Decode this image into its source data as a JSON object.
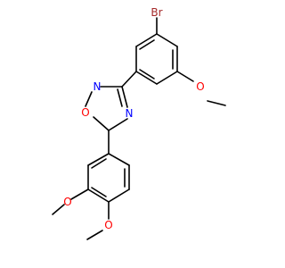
{
  "molecule": {
    "colors": {
      "bond": "#000000",
      "carbon": "#000000",
      "nitrogen": "#0000ff",
      "oxygen": "#ff0000",
      "bromine": "#a52a2a"
    },
    "atoms": {
      "br": {
        "label": "Br",
        "element": "bromine"
      },
      "n_upper": {
        "label": "N",
        "element": "nitrogen"
      },
      "n_lower": {
        "label": "N",
        "element": "nitrogen"
      },
      "o_ring": {
        "label": "O",
        "element": "oxygen"
      },
      "o_methoxy_right": {
        "label": "O",
        "element": "oxygen"
      },
      "o_methoxy_left": {
        "label": "O",
        "element": "oxygen"
      },
      "o_methoxy_bottom": {
        "label": "O",
        "element": "oxygen"
      }
    }
  }
}
